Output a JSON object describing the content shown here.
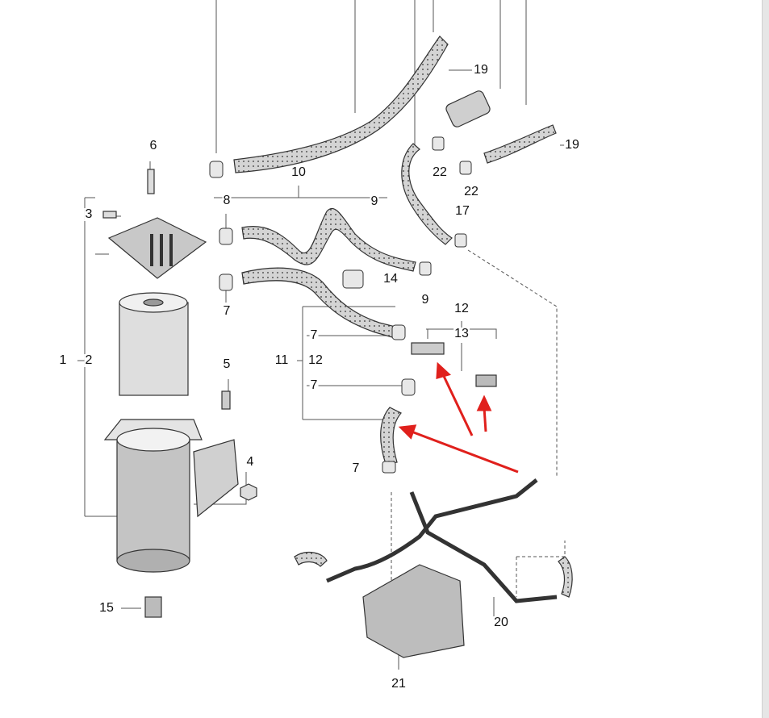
{
  "diagram": {
    "title": "Fuel filter and hose parts diagram",
    "callouts": [
      "19",
      "19",
      "22",
      "22",
      "17",
      "10",
      "9",
      "6",
      "3",
      "8",
      "7",
      "14",
      "9",
      "12",
      "13",
      "7",
      "11",
      "12",
      "7",
      "1",
      "2",
      "5",
      "4",
      "7",
      "15",
      "20",
      "21"
    ],
    "colors": {
      "arrow": "#e0201c",
      "hose": "#cfcfcf",
      "outline": "#333333",
      "leader": "#555555"
    }
  }
}
